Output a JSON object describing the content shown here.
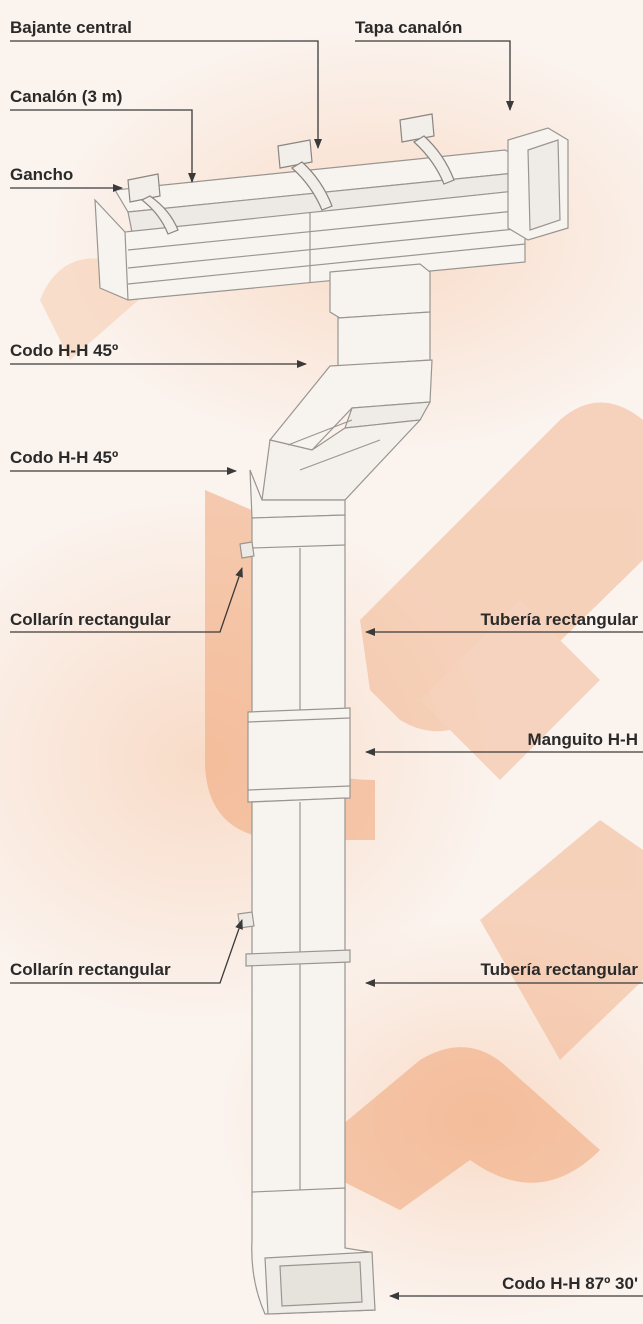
{
  "labels": {
    "bajante_central": "Bajante central",
    "tapa_canalon": "Tapa canalón",
    "canalon": "Canalón (3 m)",
    "gancho": "Gancho",
    "codo_45_upper": "Codo H-H 45º",
    "codo_45_lower": "Codo H-H 45º",
    "collarin_upper": "Collarín rectangular",
    "tuberia_upper": "Tubería rectangular",
    "manguito": "Manguito H-H",
    "collarin_lower": "Collarín rectangular",
    "tuberia_lower": "Tubería rectangular",
    "codo_87": "Codo H-H 87º 30'"
  },
  "colors": {
    "background": "#fbf3ee",
    "watermark": "#f0a070",
    "part_fill": "#f7f4f0",
    "part_stroke": "#9a9590",
    "text": "#2a2a2a",
    "leader": "#3a3a3a"
  }
}
